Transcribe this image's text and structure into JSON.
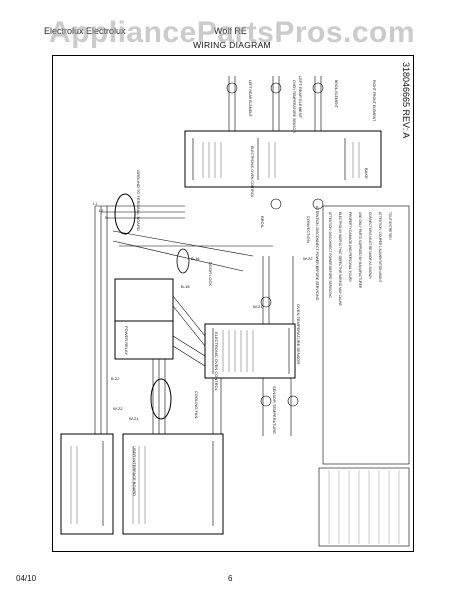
{
  "watermark": "AppliancePartsPros.com",
  "header": {
    "left": "Electrolux  Electrolux",
    "right": "Wolf  RE"
  },
  "title": "WIRING DIAGRAM",
  "doc_number": "318046665 REV: A",
  "footer": {
    "date": "04/10",
    "page": "6"
  },
  "labels": {
    "ground": "GROUND TO TERMINAL BOARD",
    "left_element": "LEFT REAR ELEMENT",
    "oven_sensor": "OVEN TEMPERATURE SENSOR",
    "cooling_fan": "COOLING FAN",
    "door_lock": "DOOR LOCK",
    "power_relay": "POWER RELAY",
    "electronic_oven_control": "ELECTRONIC OVEN CONTROL",
    "ui_board": "USER INTERFACE BOARD",
    "sensor_1": "SENSOR TEMPERATURE",
    "note": "ATTENTION: DISCONNECT POWER BEFORE SERVICING",
    "bake": "BAKE",
    "broil": "BROIL",
    "convect": "CONVECTION"
  },
  "wire_labels": [
    "L1",
    "L2",
    "N",
    "W-22",
    "W-22",
    "W-21",
    "B-16",
    "W-21",
    "B-22",
    "B-18"
  ]
}
